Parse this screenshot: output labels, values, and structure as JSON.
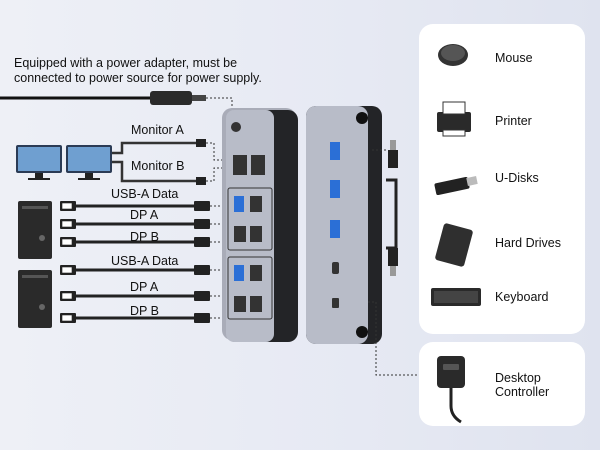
{
  "note": {
    "line1": "Equipped with a power adapter, must be",
    "line2": "connected to power source for power supply."
  },
  "connections": {
    "monitor_a": "Monitor A",
    "monitor_b": "Monitor B",
    "usb_a_data_1": "USB-A Data",
    "dp_a_1": "DP A",
    "dp_b_1": "DP B",
    "usb_a_data_2": "USB-A Data",
    "dp_a_2": "DP A",
    "dp_b_2": "DP B"
  },
  "devices": {
    "mouse": "Mouse",
    "printer": "Printer",
    "u_disks": "U-Disks",
    "hard_drives": "Hard Drives",
    "keyboard": "Keyboard",
    "desktop_controller_1": "Desktop",
    "desktop_controller_2": "Controller"
  },
  "icons": [
    "power-adapter-icon",
    "monitor-icon",
    "pc-tower-icon",
    "mouse-icon",
    "printer-icon",
    "usb-stick-icon",
    "hard-drive-icon",
    "keyboard-icon",
    "desktop-controller-icon",
    "kvm-switch-icon"
  ]
}
